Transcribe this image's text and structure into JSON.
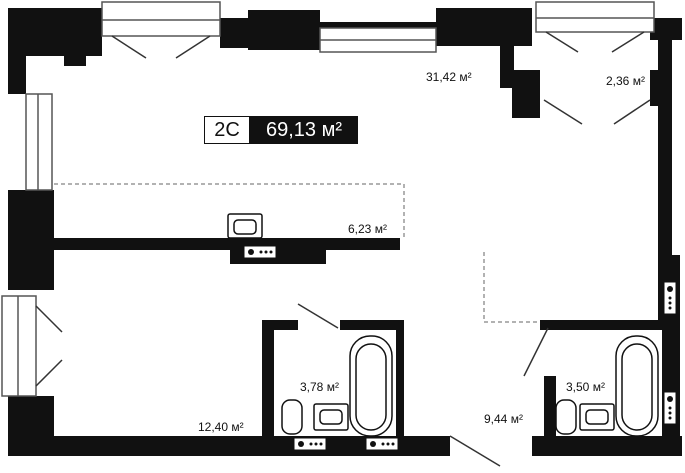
{
  "apartment": {
    "type": "2С",
    "total_area": "69,13 м²"
  },
  "rooms": [
    {
      "id": "living",
      "area": "31,42 м²"
    },
    {
      "id": "wardrobe",
      "area": "2,36 м²"
    },
    {
      "id": "kitchen",
      "area": "6,23 м²"
    },
    {
      "id": "bathroom-1",
      "area": "3,78 м²"
    },
    {
      "id": "bedroom",
      "area": "12,40 м²"
    },
    {
      "id": "bathroom-2",
      "area": "3,50 м²"
    },
    {
      "id": "hall",
      "area": "9,44 м²"
    }
  ],
  "colors": {
    "wall": "#111111",
    "window_frame": "#555555",
    "dashed_line": "#666666",
    "background": "#ffffff"
  }
}
